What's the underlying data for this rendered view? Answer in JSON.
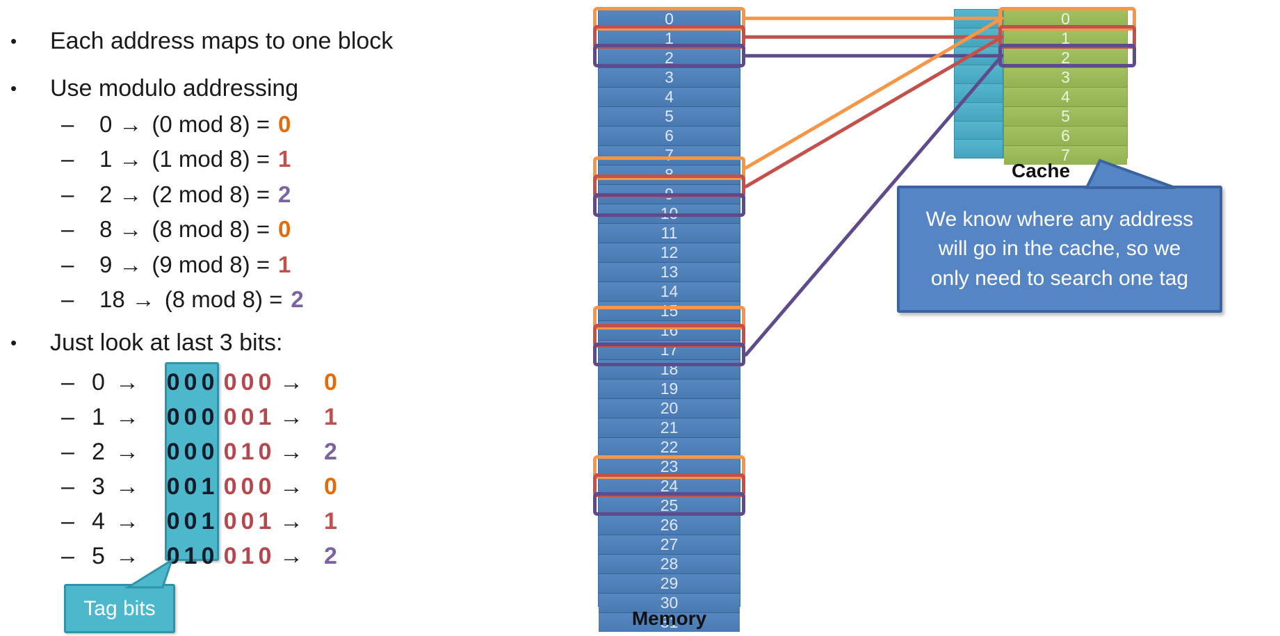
{
  "glyphs": {
    "bullet": "•",
    "dash": "–",
    "arrow": "→"
  },
  "bullets": {
    "b1": "Each address maps to one block",
    "b2": "Use modulo addressing",
    "b3": "Just look at last 3 bits:"
  },
  "mod_list": [
    {
      "num": "0",
      "body": "(0 mod 8) =",
      "res": "0",
      "color": "orange"
    },
    {
      "num": "1",
      "body": "(1 mod 8) =",
      "res": "1",
      "color": "red"
    },
    {
      "num": "2",
      "body": "(2 mod 8) =",
      "res": "2",
      "color": "purple"
    },
    {
      "num": "8",
      "body": "(8 mod 8) =",
      "res": "0",
      "color": "orange"
    },
    {
      "num": "9",
      "body": "(9 mod 8) =",
      "res": "1",
      "color": "red"
    },
    {
      "num": "18",
      "body": "(8 mod 8) =",
      "res": "2",
      "color": "purple"
    }
  ],
  "binary_list": [
    {
      "num": "0",
      "tag": "000",
      "idx": "000",
      "res": "0",
      "color": "orange"
    },
    {
      "num": "1",
      "tag": "000",
      "idx": "001",
      "res": "1",
      "color": "red"
    },
    {
      "num": "2",
      "tag": "000",
      "idx": "010",
      "res": "2",
      "color": "purple"
    },
    {
      "num": "3",
      "tag": "001",
      "idx": "000",
      "res": "0",
      "color": "orange"
    },
    {
      "num": "4",
      "tag": "001",
      "idx": "001",
      "res": "1",
      "color": "red"
    },
    {
      "num": "5",
      "tag": "010",
      "idx": "010",
      "res": "2",
      "color": "purple"
    }
  ],
  "tag_callout": "Tag bits",
  "memory": {
    "label": "Memory",
    "rows": [
      "0",
      "1",
      "2",
      "3",
      "4",
      "5",
      "6",
      "7",
      "8",
      "9",
      "10",
      "11",
      "12",
      "13",
      "14",
      "15",
      "16",
      "17",
      "18",
      "19",
      "20",
      "21",
      "22",
      "23",
      "24",
      "25",
      "26",
      "27",
      "28",
      "29",
      "30",
      "31"
    ],
    "highlights": [
      {
        "row": 0,
        "color": "orange"
      },
      {
        "row": 1,
        "color": "red"
      },
      {
        "row": 2,
        "color": "purple"
      },
      {
        "row": 8,
        "color": "orange"
      },
      {
        "row": 9,
        "color": "red"
      },
      {
        "row": 10,
        "color": "purple"
      },
      {
        "row": 16,
        "color": "orange"
      },
      {
        "row": 17,
        "color": "red"
      },
      {
        "row": 18,
        "color": "purple"
      },
      {
        "row": 24,
        "color": "orange"
      },
      {
        "row": 25,
        "color": "red"
      },
      {
        "row": 26,
        "color": "purple"
      }
    ]
  },
  "cache": {
    "label": "Cache",
    "rows": [
      "0",
      "1",
      "2",
      "3",
      "4",
      "5",
      "6",
      "7"
    ],
    "highlights": [
      {
        "row": 0,
        "color": "orange"
      },
      {
        "row": 1,
        "color": "red"
      },
      {
        "row": 2,
        "color": "purple"
      }
    ]
  },
  "mappings": [
    {
      "from": 0,
      "to": 0,
      "color": "orange"
    },
    {
      "from": 1,
      "to": 1,
      "color": "red"
    },
    {
      "from": 2,
      "to": 2,
      "color": "purple"
    },
    {
      "from": 8,
      "to": 0,
      "color": "orange"
    },
    {
      "from": 9,
      "to": 1,
      "color": "red"
    },
    {
      "from": 18,
      "to": 2,
      "color": "purple"
    }
  ],
  "callout": "We know where any address\nwill go in the cache, so we\nonly need to search one tag",
  "colors": {
    "orange": "#f79646",
    "red": "#c4504b",
    "purple": "#5f4b8b",
    "result_orange": "#e36c0a",
    "result_red": "#c0504d",
    "result_purple": "#7d62a1",
    "binary_index_red": "#b4484e",
    "memory_blue": "#4f81bd",
    "cache_teal": "#4bacc6",
    "cache_green": "#9bbb59",
    "callout_blue": "#5585c4",
    "callout_border": "#3a64a0",
    "tag_teal": "#4db7cb",
    "tag_teal_border": "#3193a8"
  }
}
